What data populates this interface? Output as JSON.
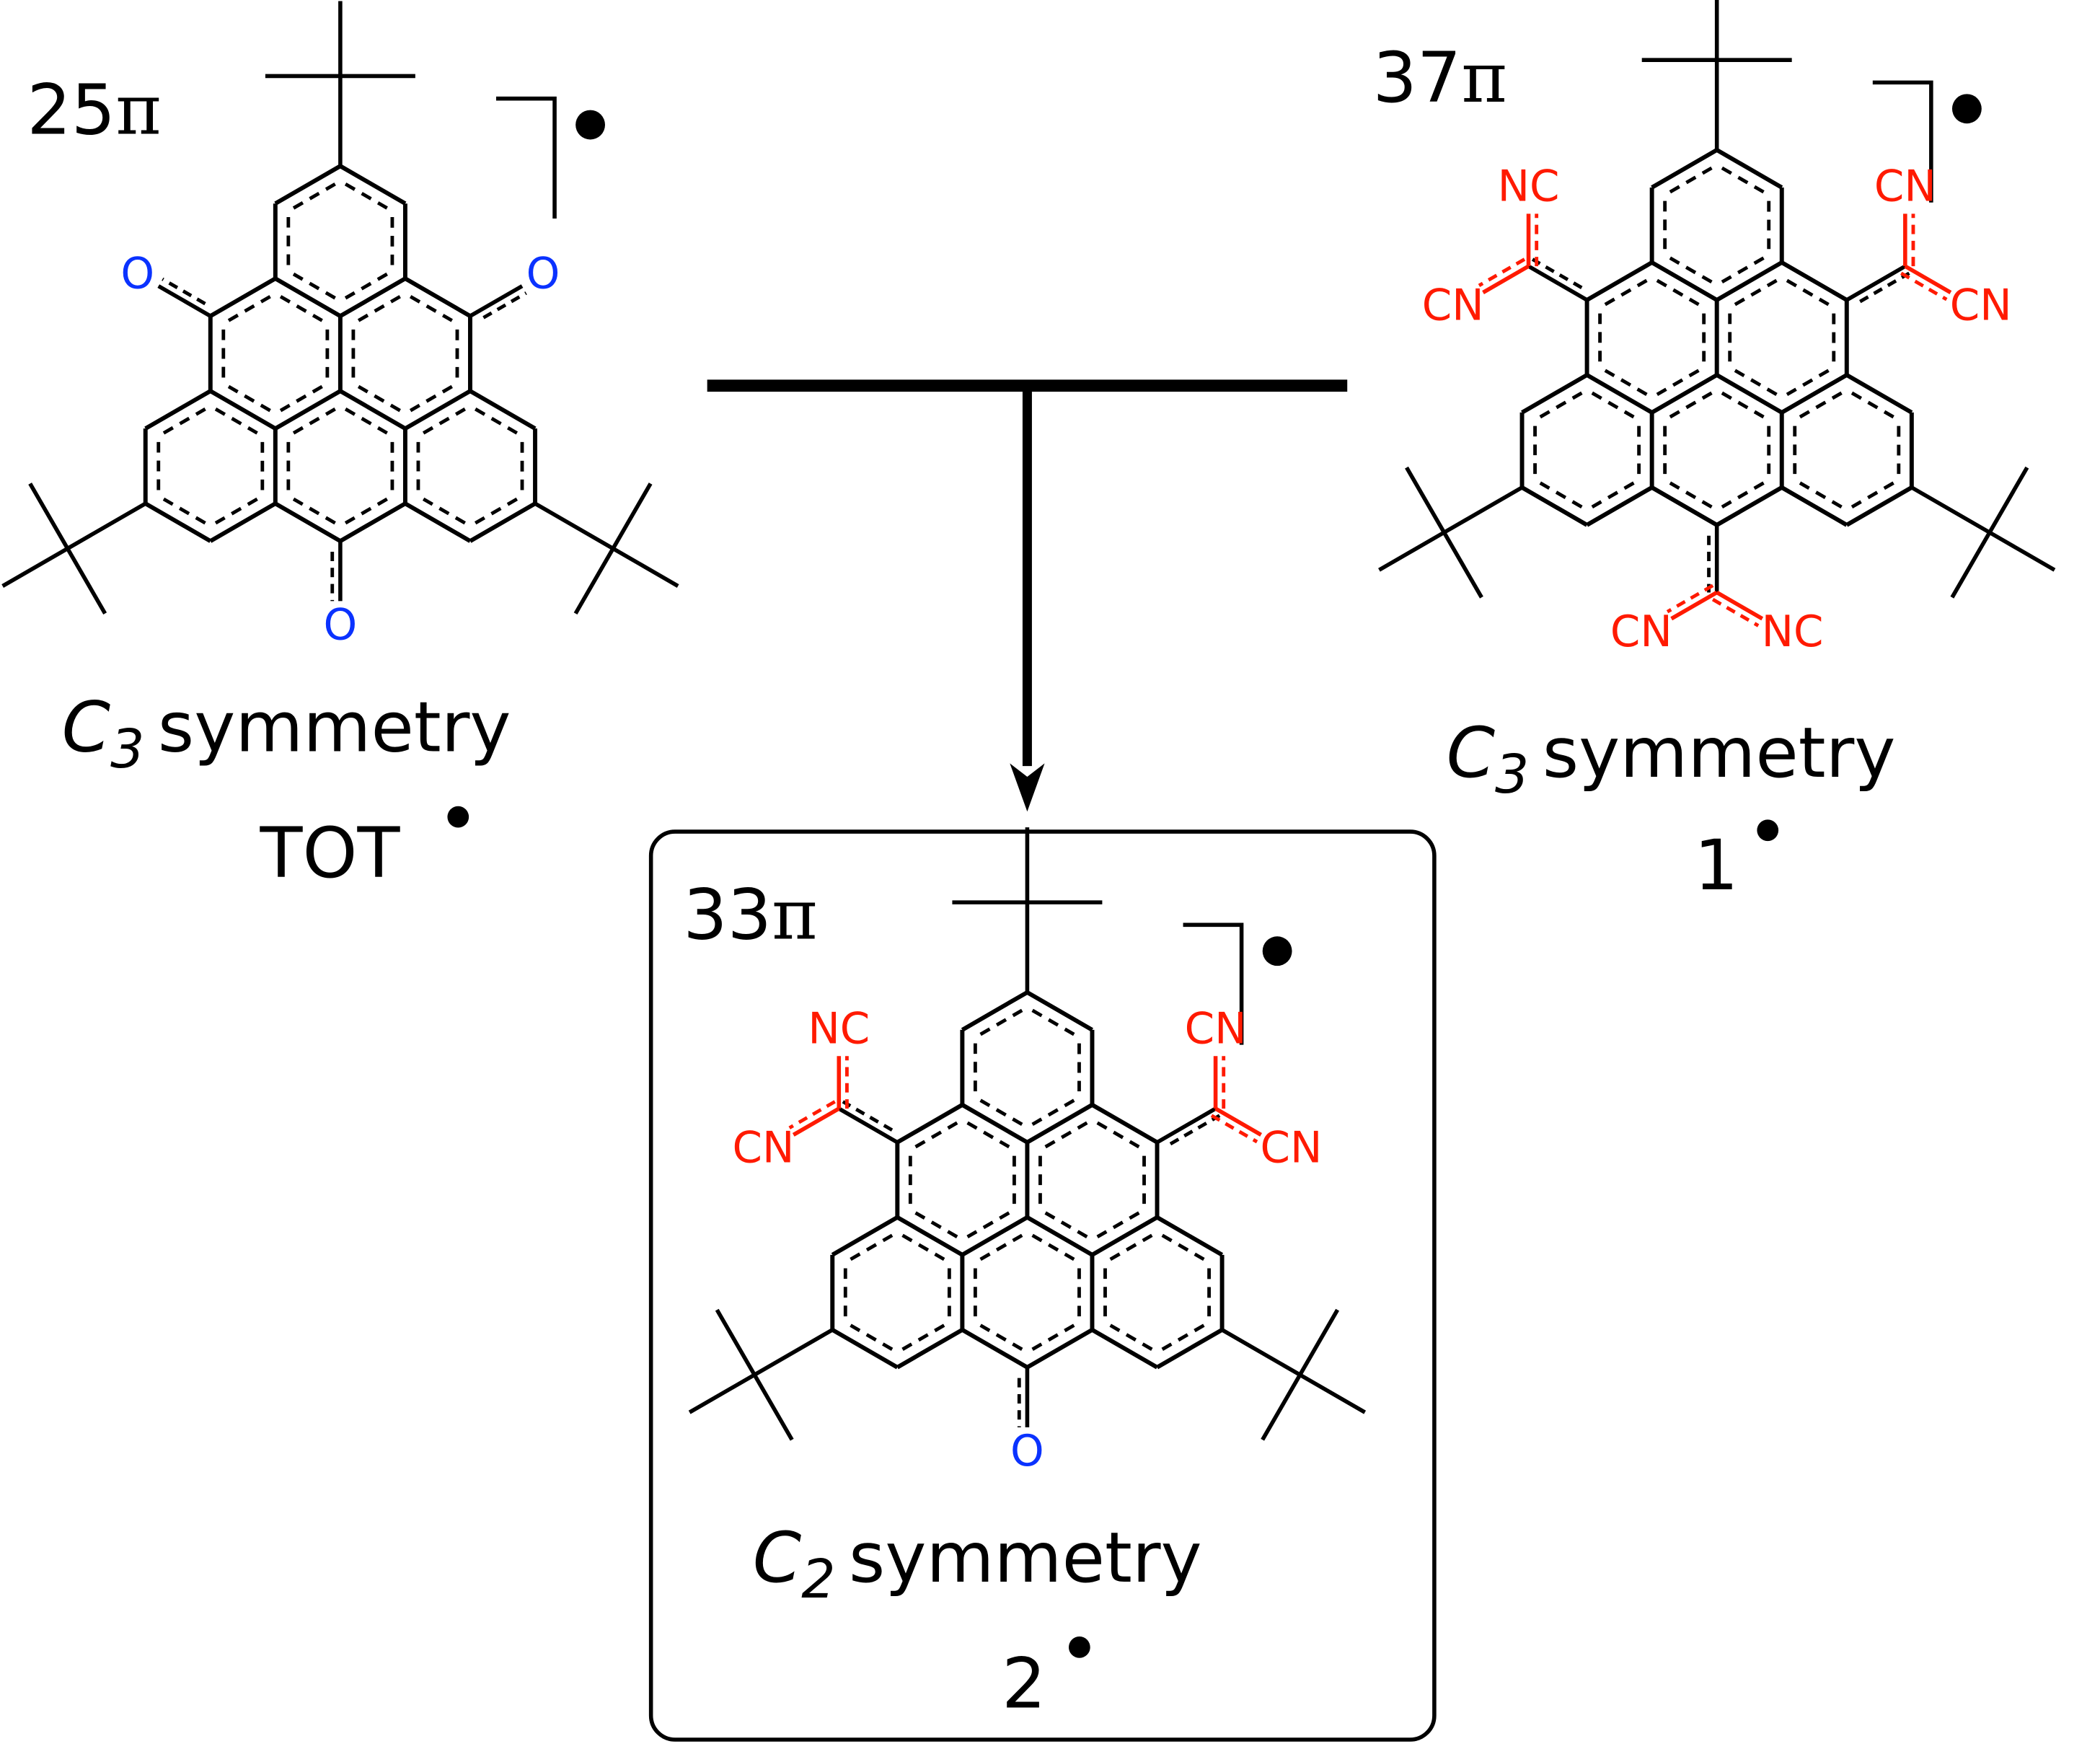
{
  "colors": {
    "bond": "#000000",
    "oxygen": "#0a32ff",
    "cyano": "#ff1a00",
    "background": "#ffffff",
    "frame": "#000000"
  },
  "molecules": {
    "tot": {
      "pi_count": "25",
      "pi_symbol": "π",
      "symmetry_letter": "C",
      "symmetry_sub": "3",
      "symmetry_word": "symmetry",
      "compound": "TOT",
      "radical_dot": "•",
      "substituents": [
        "O",
        "O",
        "O"
      ]
    },
    "one": {
      "pi_count": "37",
      "pi_symbol": "π",
      "symmetry_letter": "C",
      "symmetry_sub": "3",
      "symmetry_word": "symmetry",
      "compound": "1",
      "radical_dot": "•",
      "substituents": [
        "CN",
        "NC",
        "CN",
        "CN",
        "NC",
        "CN"
      ]
    },
    "two": {
      "pi_count": "33",
      "pi_symbol": "π",
      "symmetry_letter": "C",
      "symmetry_sub": "2",
      "symmetry_word": "symmetry",
      "compound": "2",
      "radical_dot": "•",
      "substituents": [
        "CN",
        "NC",
        "CN",
        "CN",
        "O"
      ]
    }
  }
}
